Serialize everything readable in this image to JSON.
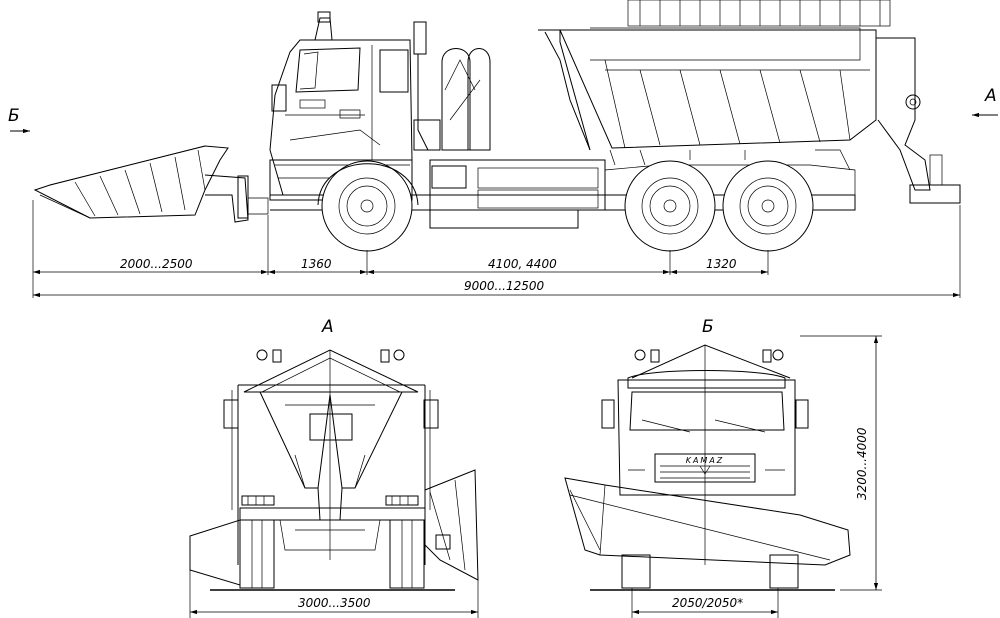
{
  "side_view": {
    "arrow_left_label": "Б",
    "arrow_right_label": "А",
    "dim_plow": "2000...2500",
    "dim_front_axle": "1360",
    "dim_wheelbase": "4100, 4400",
    "dim_rear_axles": "1320",
    "dim_total_length": "9000...12500"
  },
  "rear_view": {
    "title": "А",
    "dim_width": "3000...3500"
  },
  "front_view": {
    "title": "Б",
    "brand": "KAMAZ",
    "dim_track": "2050/2050*",
    "dim_height": "3200...4000"
  }
}
